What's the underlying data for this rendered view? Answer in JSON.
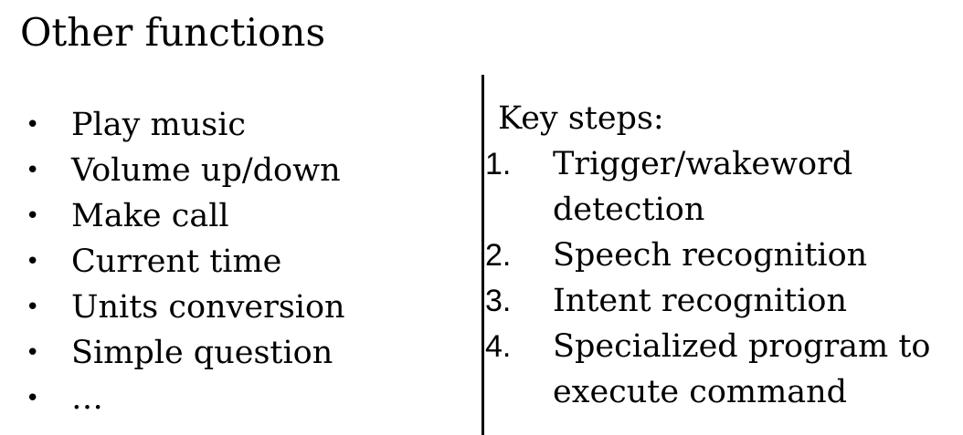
{
  "title": "Other functions",
  "functions": [
    "Play music",
    "Volume up/down",
    "Make call",
    "Current time",
    "Units conversion",
    "Simple question",
    "…"
  ],
  "bullet": "•",
  "key_steps_heading": "Key steps:",
  "steps": [
    {
      "num": "1.",
      "lines": [
        "Trigger/wakeword",
        "detection"
      ]
    },
    {
      "num": "2.",
      "lines": [
        "Speech recognition"
      ]
    },
    {
      "num": "3.",
      "lines": [
        "Intent recognition"
      ]
    },
    {
      "num": "4.",
      "lines": [
        "Specialized program to",
        "execute command"
      ]
    }
  ]
}
